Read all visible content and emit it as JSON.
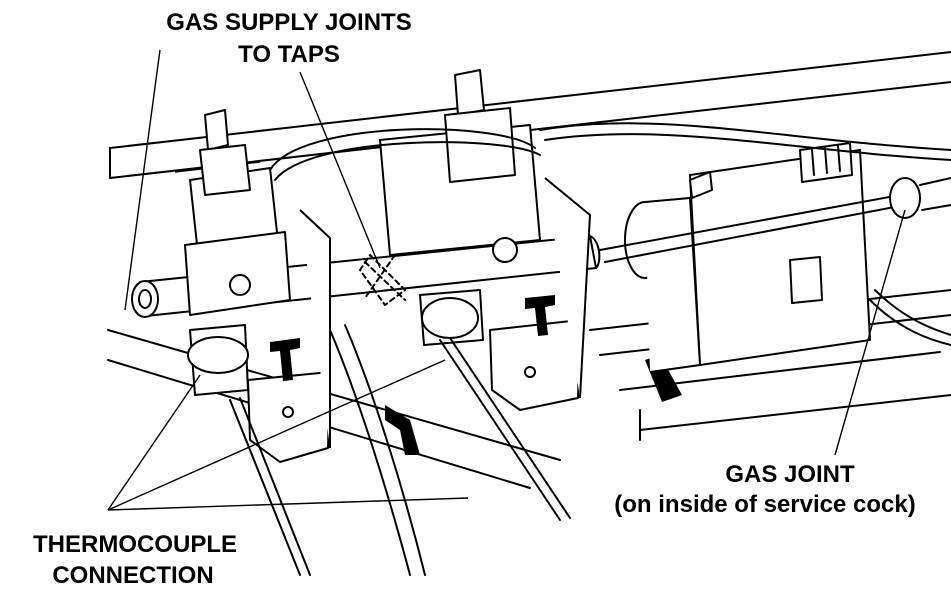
{
  "labels": {
    "gas_supply_line1": "GAS SUPPLY JOINTS",
    "gas_supply_line2": "TO TAPS",
    "gas_joint_line1": "GAS JOINT",
    "gas_joint_line2": "(on inside of service cock)",
    "thermocouple_line1": "THERMOCOUPLE",
    "thermocouple_line2": "CONNECTION"
  }
}
